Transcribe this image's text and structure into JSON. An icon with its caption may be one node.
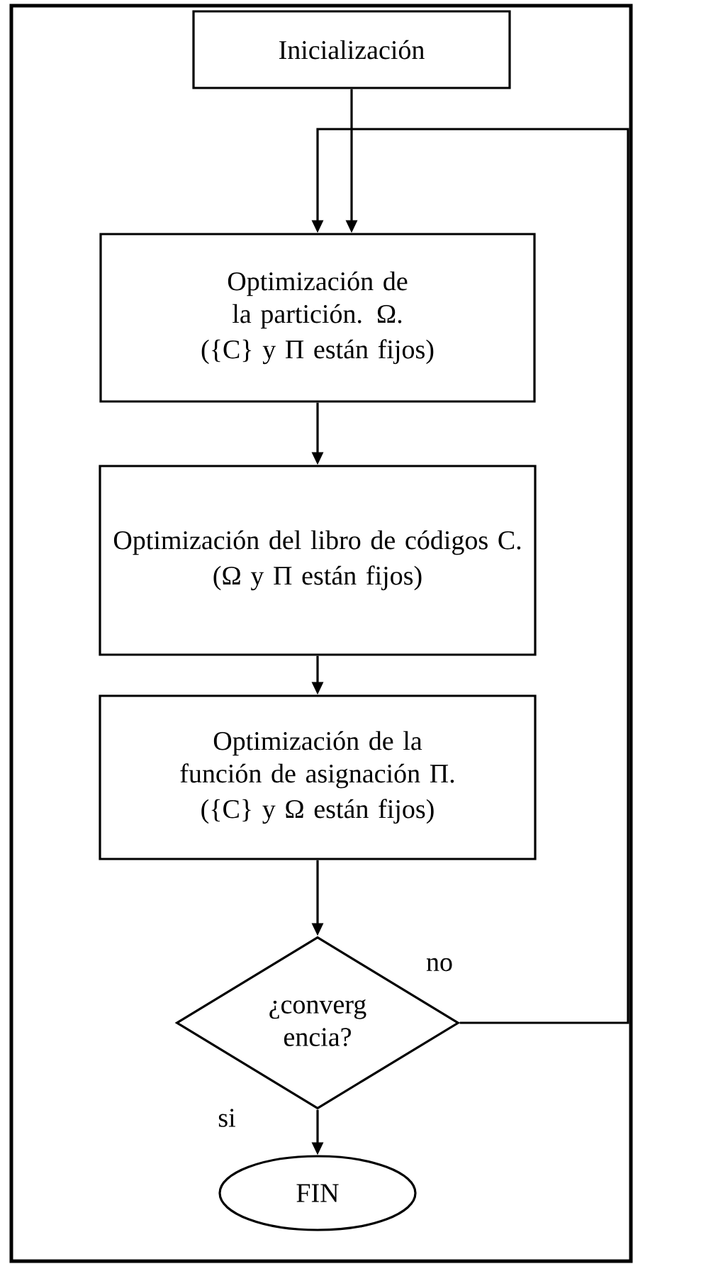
{
  "diagram": {
    "nodes": [
      {
        "text": [
          "Inicialización"
        ]
      },
      {
        "text": [
          "Optimización de la partición. Ω.",
          "({C} y Π están fijos)"
        ]
      },
      {
        "text": [
          "Optimización del libro de códigos C.",
          "(Ω y Π están fijos)"
        ]
      },
      {
        "text": [
          "Optimización de la función de asignación Π.",
          "({C} y Ω están fijos)"
        ]
      },
      {
        "text": [
          "¿converg encia?"
        ]
      },
      {
        "text": [
          "FIN"
        ]
      }
    ],
    "edges": [
      {
        "from": 0,
        "to": 1,
        "arrow": "to"
      },
      {
        "from": 1,
        "to": 2,
        "arrow": "to"
      },
      {
        "from": 2,
        "to": 3,
        "arrow": "to"
      },
      {
        "from": 3,
        "to": 4,
        "arrow": "to"
      },
      {
        "from": 4,
        "to": 1,
        "arrow": "to",
        "label": "no"
      },
      {
        "from": 4,
        "to": 5,
        "arrow": "to",
        "label": "si"
      }
    ]
  }
}
